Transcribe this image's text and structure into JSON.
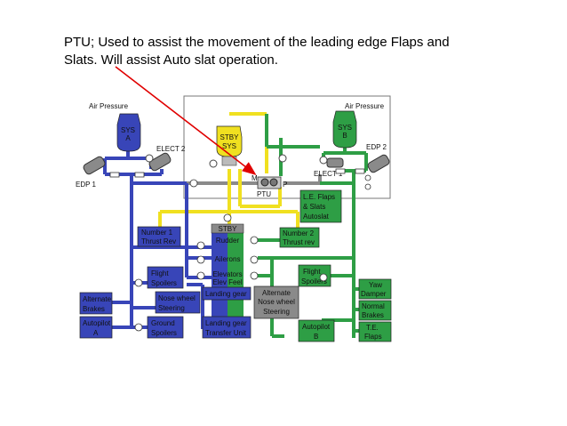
{
  "caption": "PTU; Used to assist the movement of the leading edge Flaps and Slats. Will assist Auto slat operation.",
  "colors": {
    "sys_a": "#3845b8",
    "sys_b": "#2e9e45",
    "standby": "#f0e020",
    "pressure": "#8a8a8a",
    "arrow": "#e00000"
  },
  "labels": {
    "air_pressure_left": "Air Pressure",
    "air_pressure_right": "Air Pressure",
    "sys_a": [
      "SYS",
      "A"
    ],
    "sys_b": [
      "SYS",
      "B"
    ],
    "stby_sys": [
      "STBY",
      "SYS"
    ],
    "elect2": "ELECT 2",
    "elect1": "ELECT 1",
    "edp1": "EDP 1",
    "edp2": "EDP 2",
    "m": "M",
    "p": "P",
    "ptu": "PTU",
    "stby": "STBY",
    "le_flaps": [
      "L.E. Flaps",
      "& Slats",
      "Autoslat"
    ],
    "thrust_rev1": [
      "Number 1",
      "Thrust Rev"
    ],
    "thrust_rev2": [
      "Number 2",
      "Thrust rev"
    ],
    "rudder": "Rudder",
    "ailerons": "Ailerons",
    "elevators": [
      "Elevators",
      "Elev Feel"
    ],
    "landing_gear": "Landing gear",
    "landing_gear_tu": [
      "Landing gear",
      "Transfer Unit"
    ],
    "flight_spoilers_l": [
      "Flight",
      "Spoilers"
    ],
    "flight_spoilers_r": [
      "Flight",
      "Spoilers"
    ],
    "nose_wheel": [
      "Nose wheel",
      "Steering"
    ],
    "alt_nose_wheel": [
      "Alternate",
      "Nose wheel",
      "Steering"
    ],
    "ground_spoilers": [
      "Ground",
      "Spoilers"
    ],
    "alt_brakes": [
      "Alternate",
      "Brakes"
    ],
    "autopilot_a": [
      "Autopilot",
      "A"
    ],
    "autopilot_b": [
      "Autopilot",
      "B"
    ],
    "yaw_damper": [
      "Yaw",
      "Damper"
    ],
    "normal_brakes": [
      "Normal",
      "Brakes"
    ],
    "te_flaps": [
      "T.E.",
      "Flaps"
    ]
  }
}
